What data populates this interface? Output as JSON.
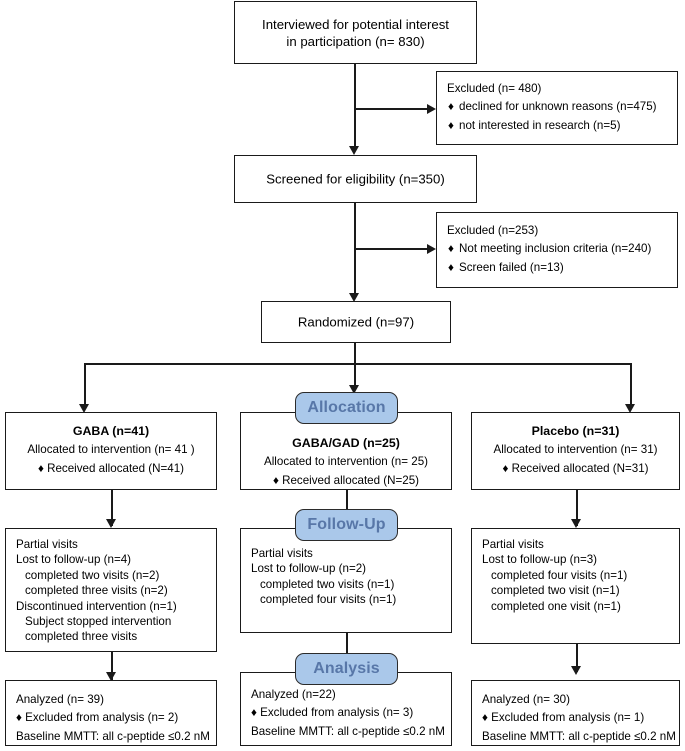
{
  "diagram": {
    "title": "CONSORT participant flow diagram",
    "accent_blue_fill": "#aac8ea",
    "accent_blue_text": "#5877a8",
    "line_color": "#1a1a1a",
    "bullet_glyph": "♦"
  },
  "top": {
    "interviewed": {
      "line1": "Interviewed for potential interest",
      "line2": "in participation (n= 830)"
    },
    "excluded1": {
      "header": "Excluded (n= 480)",
      "items": [
        "declined for unknown reasons (n=475)",
        "not interested in research (n=5)"
      ]
    },
    "screened": {
      "line1": "Screened for eligibility (n=350)"
    },
    "excluded2": {
      "header": "Excluded (n=253)",
      "items": [
        "Not meeting inclusion criteria (n=240)",
        "Screen failed (n=13)"
      ]
    },
    "randomized": {
      "line1": "Randomized (n=97)"
    }
  },
  "stage_labels": {
    "allocation": "Allocation",
    "followup": "Follow-Up",
    "analysis": "Analysis"
  },
  "arms": [
    {
      "id": "gaba",
      "allocation": {
        "title": "GABA (n=41)",
        "line": "Allocated to intervention (n= 41 )",
        "bullets": [
          "Received allocated (N=41)"
        ]
      },
      "followup": {
        "lines": [
          "Partial visits",
          "Lost to follow-up (n=4)"
        ],
        "sub_lines": [
          "completed two visits (n=2)",
          "completed three visits (n=2)"
        ],
        "lines2": [
          "Discontinued intervention (n=1)"
        ],
        "sub_lines2": [
          "Subject stopped intervention",
          "completed three visits"
        ]
      },
      "analysis": {
        "line1": "Analyzed  (n= 39)",
        "bullets": [
          "Excluded from analysis (n= 2)"
        ],
        "line2": "Baseline MMTT: all c-peptide ≤0.2 nM"
      }
    },
    {
      "id": "gaba-gad",
      "allocation": {
        "title": "GABA/GAD (n=25)",
        "line": "Allocated to intervention (n= 25)",
        "bullets": [
          "Received allocated (N=25)"
        ]
      },
      "followup": {
        "lines": [
          "Partial visits",
          "Lost to follow-up (n=2)"
        ],
        "sub_lines": [
          "completed two visits (n=1)",
          "completed four visits (n=1)"
        ],
        "lines2": [],
        "sub_lines2": []
      },
      "analysis": {
        "line1": "Analyzed  (n=22)",
        "bullets": [
          "Excluded from analysis (n= 3)"
        ],
        "line2": "Baseline MMTT: all c-peptide ≤0.2 nM"
      }
    },
    {
      "id": "placebo",
      "allocation": {
        "title": "Placebo (n=31)",
        "line": "Allocated to intervention (n= 31)",
        "bullets": [
          "Received allocated (N=31)"
        ]
      },
      "followup": {
        "lines": [
          "Partial visits",
          "Lost to follow-up (n=3)"
        ],
        "sub_lines": [
          "completed four visits (n=1)",
          "completed two visit (n=1)",
          "completed one visit (n=1)"
        ],
        "lines2": [],
        "sub_lines2": []
      },
      "analysis": {
        "line1": "Analyzed  (n= 30)",
        "bullets": [
          "Excluded from analysis (n= 1)"
        ],
        "line2": "Baseline MMTT: all c-peptide ≤0.2 nM"
      }
    }
  ]
}
